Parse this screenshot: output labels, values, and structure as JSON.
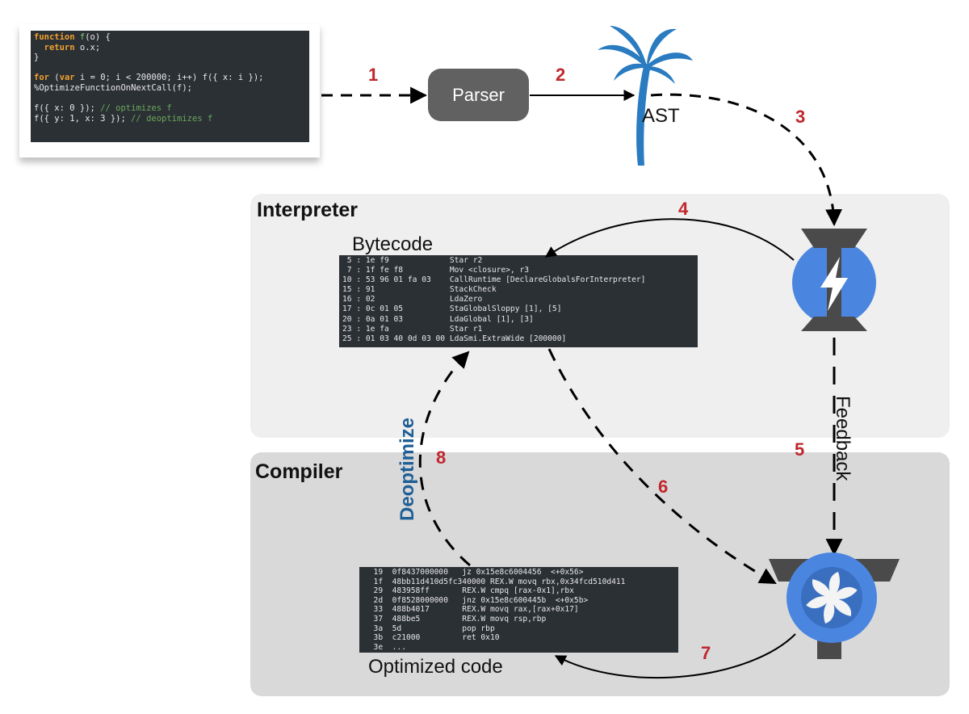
{
  "source_code": {
    "lines": [
      [
        {
          "t": "function ",
          "c": "kw"
        },
        {
          "t": "f",
          "c": "fn"
        },
        {
          "t": "(o) {",
          "c": ""
        }
      ],
      [
        {
          "t": "  return ",
          "c": "kw"
        },
        {
          "t": "o.x;",
          "c": ""
        }
      ],
      [
        {
          "t": "}",
          "c": ""
        }
      ],
      [
        {
          "t": "",
          "c": ""
        }
      ],
      [
        {
          "t": "for ",
          "c": "kw"
        },
        {
          "t": "(",
          "c": ""
        },
        {
          "t": "var ",
          "c": "kw"
        },
        {
          "t": "i = 0; i < 200000; i++) f({ x: i });",
          "c": ""
        }
      ],
      [
        {
          "t": "%OptimizeFunctionOnNextCall(f);",
          "c": ""
        }
      ],
      [
        {
          "t": "",
          "c": ""
        }
      ],
      [
        {
          "t": "f({ x: 0 }); ",
          "c": ""
        },
        {
          "t": "// optimizes f",
          "c": "cm"
        }
      ],
      [
        {
          "t": "f({ y: 1, x: 3 }); ",
          "c": ""
        },
        {
          "t": "// deoptimizes f",
          "c": "cm"
        }
      ]
    ]
  },
  "parser": {
    "label": "Parser"
  },
  "ast": {
    "label": "AST"
  },
  "interpreter": {
    "title": "Interpreter",
    "bytecode_label": "Bytecode"
  },
  "compiler": {
    "title": "Compiler",
    "optimized_label": "Optimized code"
  },
  "bytecode": [
    " 5 : 1e f9             Star r2",
    " 7 : 1f fe f8          Mov <closure>, r3",
    "10 : 53 96 01 fa 03    CallRuntime [DeclareGlobalsForInterpreter]",
    "15 : 91                StackCheck",
    "16 : 02                LdaZero",
    "17 : 0c 01 05          StaGlobalSloppy [1], [5]",
    "20 : 0a 01 03          LdaGlobal [1], [3]",
    "23 : 1e fa             Star r1",
    "25 : 01 03 40 0d 03 00 LdaSmi.ExtraWide [200000]"
  ],
  "optimized_code": [
    "  19  0f8437000000   jz 0x15e8c6004456  <+0x56>",
    "  1f  48bb11d410d5fc340000 REX.W movq rbx,0x34fcd510d411",
    "  29  483958ff       REX.W cmpq [rax-0x1],rbx",
    "  2d  0f8528000000   jnz 0x15e8c600445b  <+0x5b>",
    "  33  488b4017       REX.W movq rax,[rax+0x17]",
    "  37  488be5         REX.W movq rsp,rbp",
    "  3a  5d             pop rbp",
    "  3b  c21000         ret 0x10",
    "  3e  ..."
  ],
  "step_numbers": [
    "1",
    "2",
    "3",
    "4",
    "5",
    "6",
    "7",
    "8"
  ],
  "edge_labels": {
    "feedback": "Feedback",
    "deoptimize": "Deoptimize"
  },
  "colors": {
    "step_number": "#c0272d",
    "deoptimize": "#1f5f96",
    "icon_blue": "#4a86e0",
    "icon_dark": "#4a4a4a",
    "palm": "#2a7bc0"
  },
  "icons": {
    "interpreter": "ignition-icon",
    "compiler": "turbofan-icon",
    "ast": "palm-tree-icon"
  }
}
